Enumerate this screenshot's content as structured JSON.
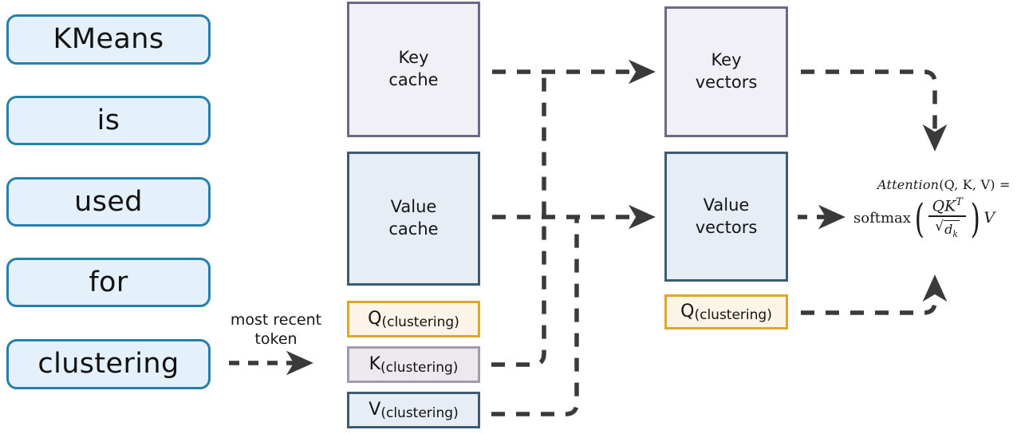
{
  "diagram": {
    "title": "KV cache clustering attention flow",
    "colors": {
      "token_border": "#2581a9",
      "token_fill": "#e4f1fa",
      "key_border": "#6b6a86",
      "key_fill": "#f1f0f7",
      "value_border": "#3b5c73",
      "value_fill": "#e6edf4",
      "q_border": "#dfa72a",
      "q_fill": "#fdf4e8",
      "k_border": "#a39bab",
      "k_fill": "#ece8ee",
      "arrow": "#3a3a3a"
    }
  },
  "tokens": [
    {
      "label": "KMeans"
    },
    {
      "label": "is"
    },
    {
      "label": "used"
    },
    {
      "label": "for"
    },
    {
      "label": "clustering"
    }
  ],
  "caption": {
    "most_recent_token": "most recent\ntoken"
  },
  "cache_column": {
    "key_cache": {
      "line1": "Key",
      "line2": "cache"
    },
    "value_cache": {
      "line1": "Value",
      "line2": "cache"
    },
    "q_token": {
      "main": "Q",
      "sub": "(clustering)"
    },
    "k_token": {
      "main": "K",
      "sub": "(clustering)"
    },
    "v_token": {
      "main": "V",
      "sub": "(clustering)"
    }
  },
  "vector_column": {
    "key_vectors": {
      "line1": "Key",
      "line2": "vectors"
    },
    "value_vectors": {
      "line1": "Value",
      "line2": "vectors"
    },
    "q_token": {
      "main": "Q",
      "sub": "(clustering)"
    }
  },
  "formula": {
    "lhs": "Attention(Q, K, V) =",
    "attention_word": "Attention",
    "attention_args": "(Q, K, V) =",
    "softmax": "softmax",
    "numerator": "QK",
    "numerator_sup": "T",
    "denominator_radicand": "d",
    "denominator_sub": "k",
    "trailing": "V",
    "full": "Attention(Q, K, V) = softmax(QK^T / sqrt(d_k)) V"
  }
}
